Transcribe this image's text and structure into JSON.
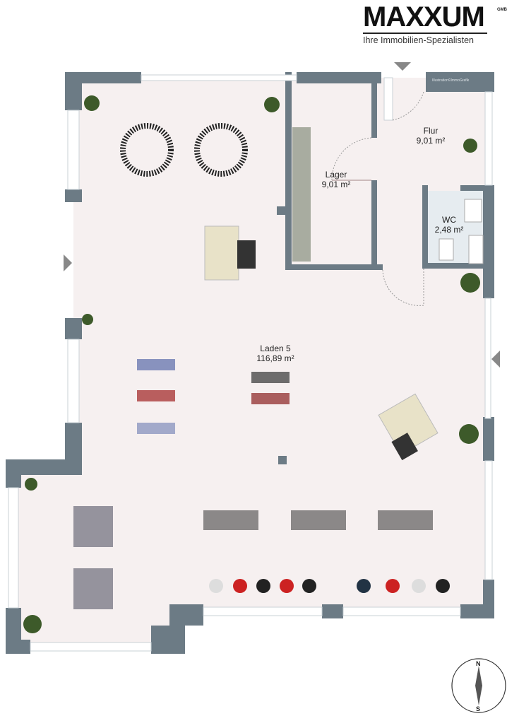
{
  "logo": {
    "brand": "MAXXUM",
    "suffix": "GMBH",
    "tagline": "Ihre Immobilien-Spezialisten"
  },
  "credit": "Illustration©ImmoGrafik",
  "rooms": [
    {
      "name": "Flur",
      "area": "9,01 m²"
    },
    {
      "name": "Lager",
      "area": "9,01 m²"
    },
    {
      "name": "WC",
      "area": "2,48 m²"
    },
    {
      "name": "Laden 5",
      "area": "116,89 m²"
    }
  ],
  "compass": {
    "north": "N",
    "south": "S"
  },
  "colors": {
    "wall": "#6c7b85",
    "floor": "#f6f0f0",
    "window": "#ffffff",
    "plant": "#3d5a2a"
  }
}
